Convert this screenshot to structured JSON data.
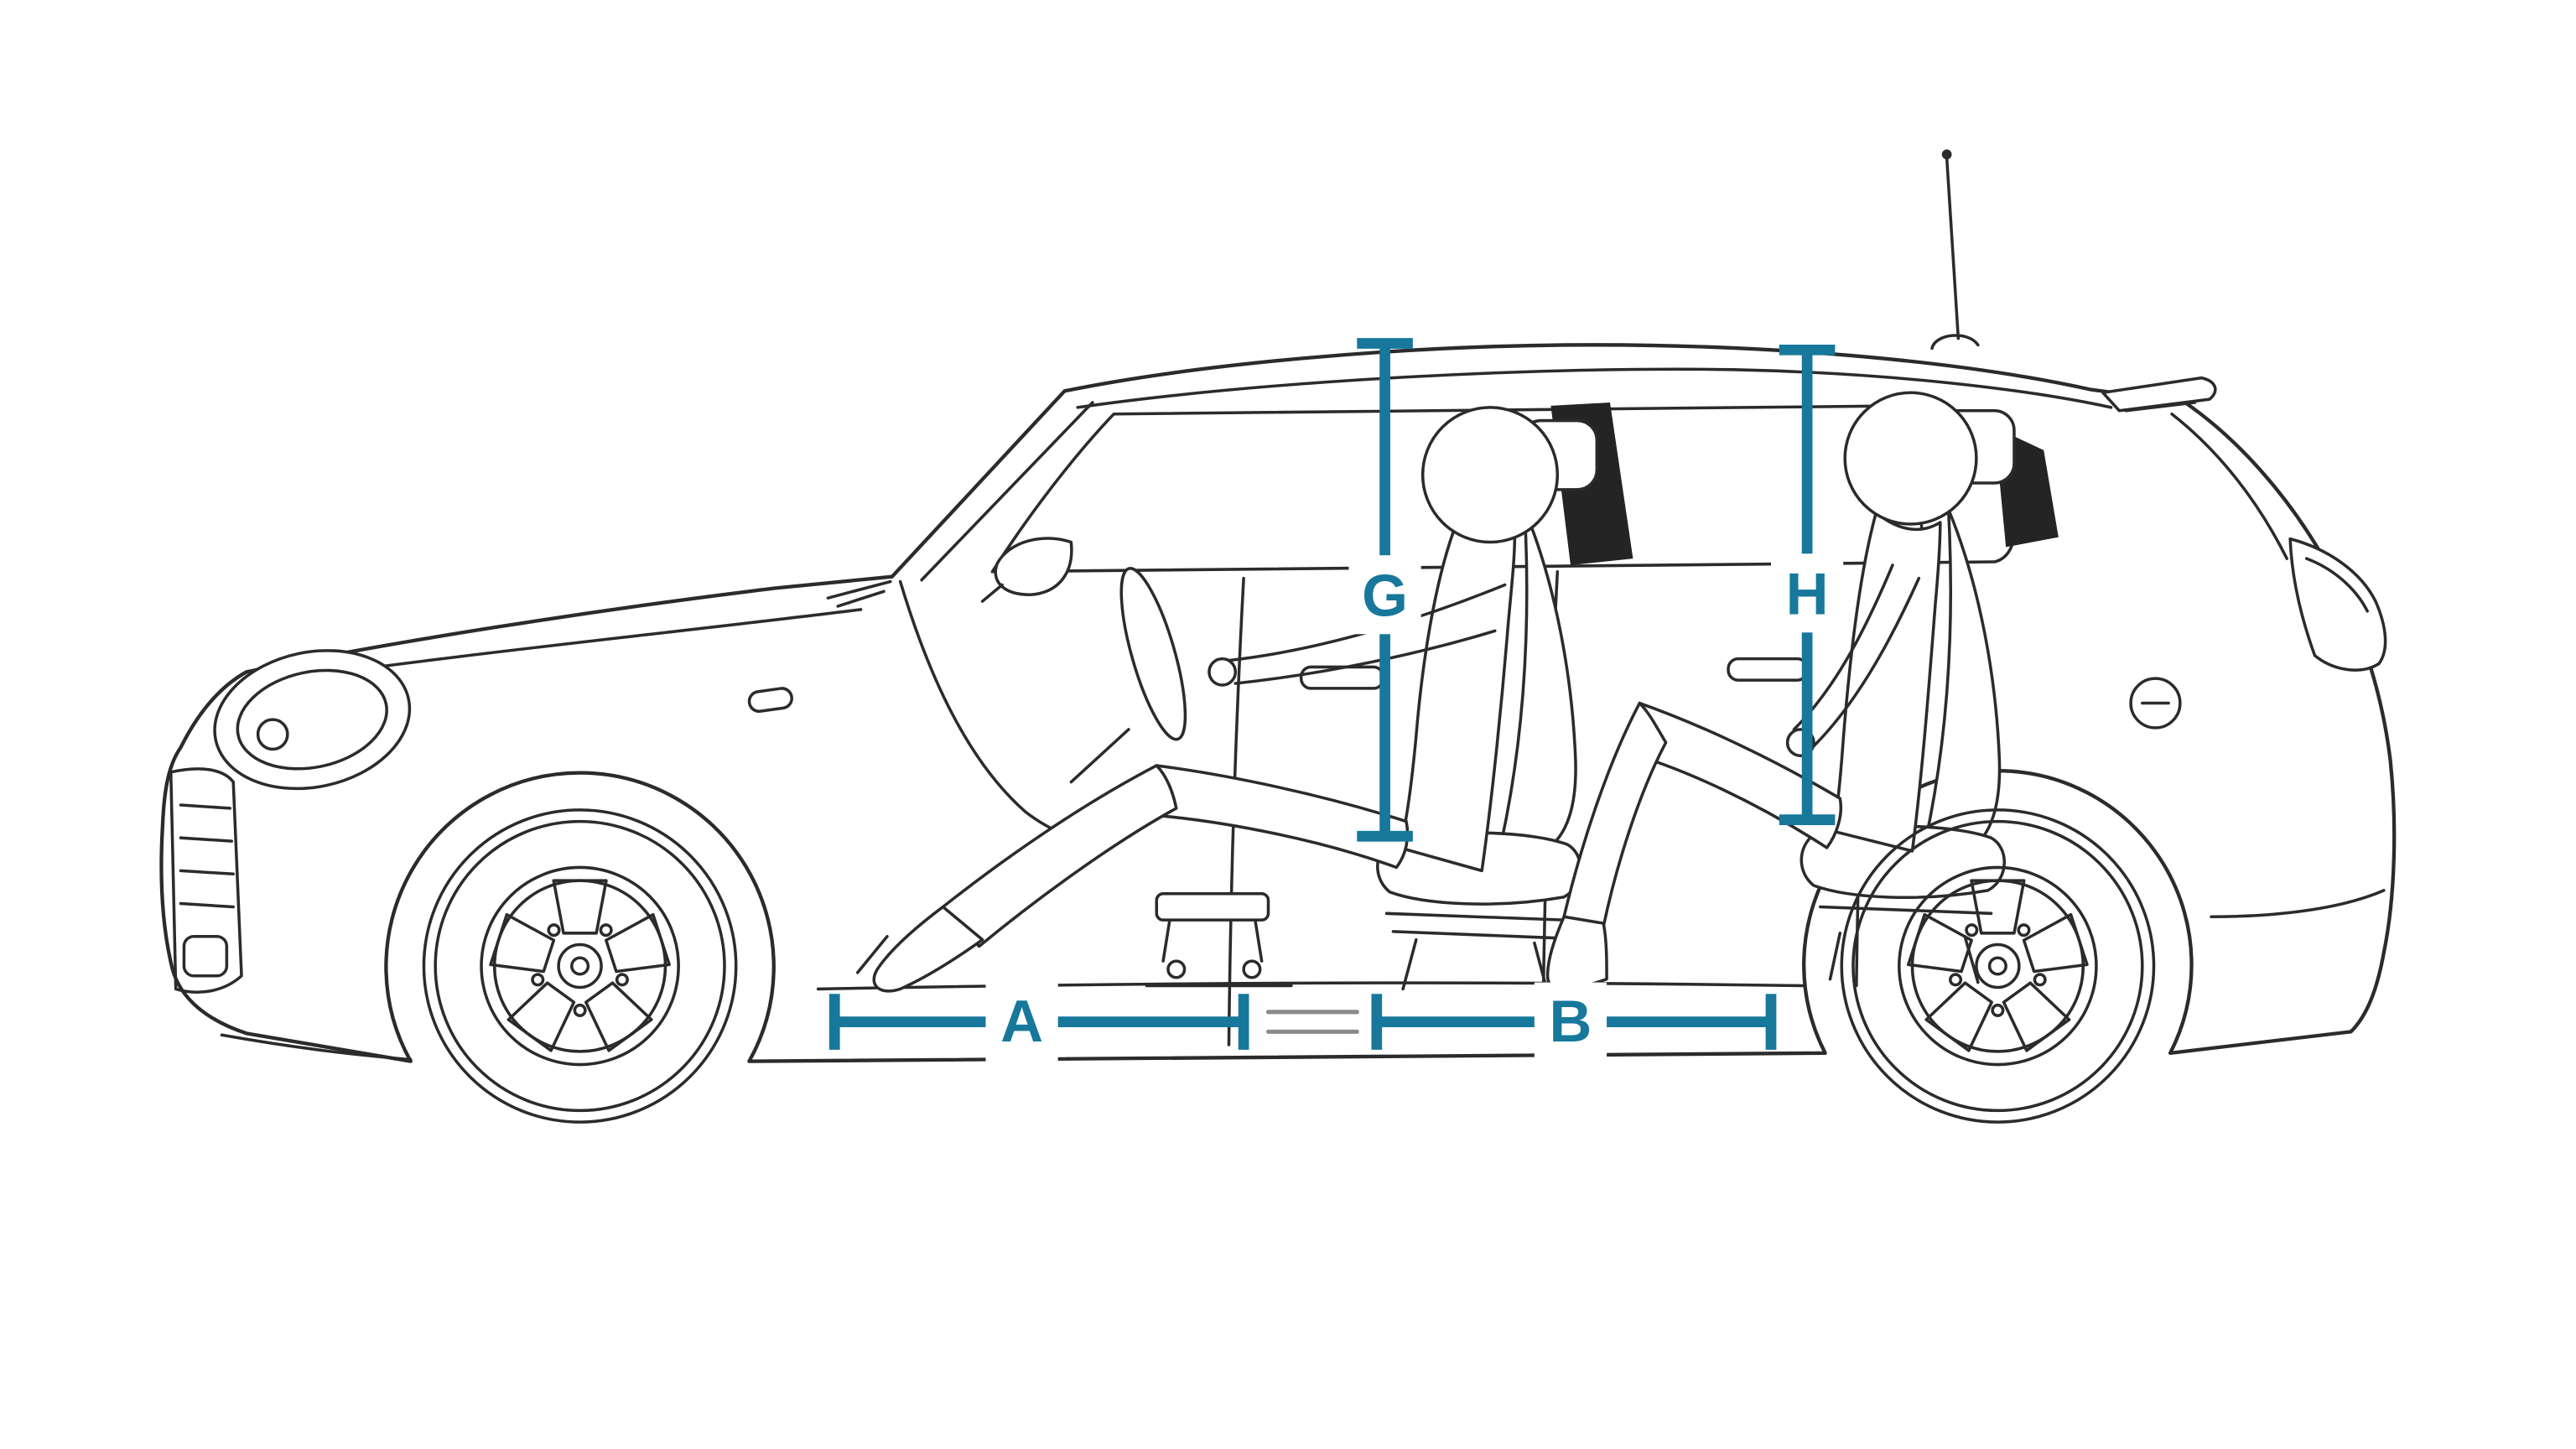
{
  "canvas": {
    "background": "#ffffff"
  },
  "diagram": {
    "accent_color": "#17789B",
    "line_color": "#2b2b2b",
    "dimensions": {
      "A": {
        "label": "A"
      },
      "B": {
        "label": "B"
      },
      "G": {
        "label": "G"
      },
      "H": {
        "label": "H"
      }
    }
  }
}
